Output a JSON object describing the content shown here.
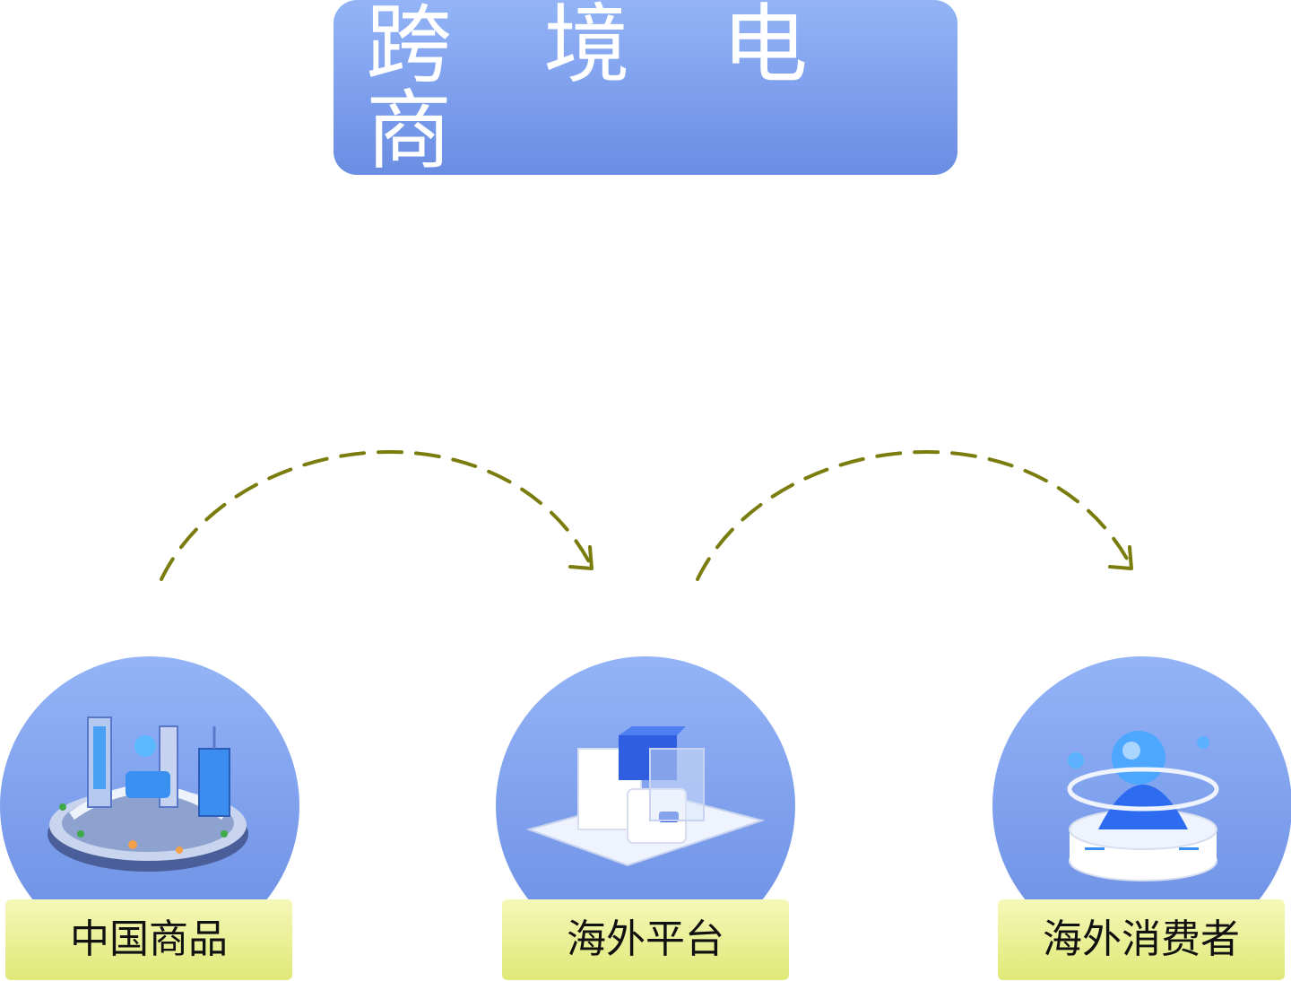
{
  "title": "跨 境 电 商",
  "nodes": [
    {
      "label": "中国商品",
      "icon": "smart-city-icon"
    },
    {
      "label": "海外平台",
      "icon": "platform-cubes-icon"
    },
    {
      "label": "海外消费者",
      "icon": "consumer-orb-icon"
    }
  ],
  "colors": {
    "accent_gradient_top": "#94b4f7",
    "accent_gradient_bottom": "#6a8de3",
    "label_gradient_top": "#f5f8b8",
    "label_gradient_bottom": "#dfe877",
    "arrow": "#7a7d0e"
  }
}
